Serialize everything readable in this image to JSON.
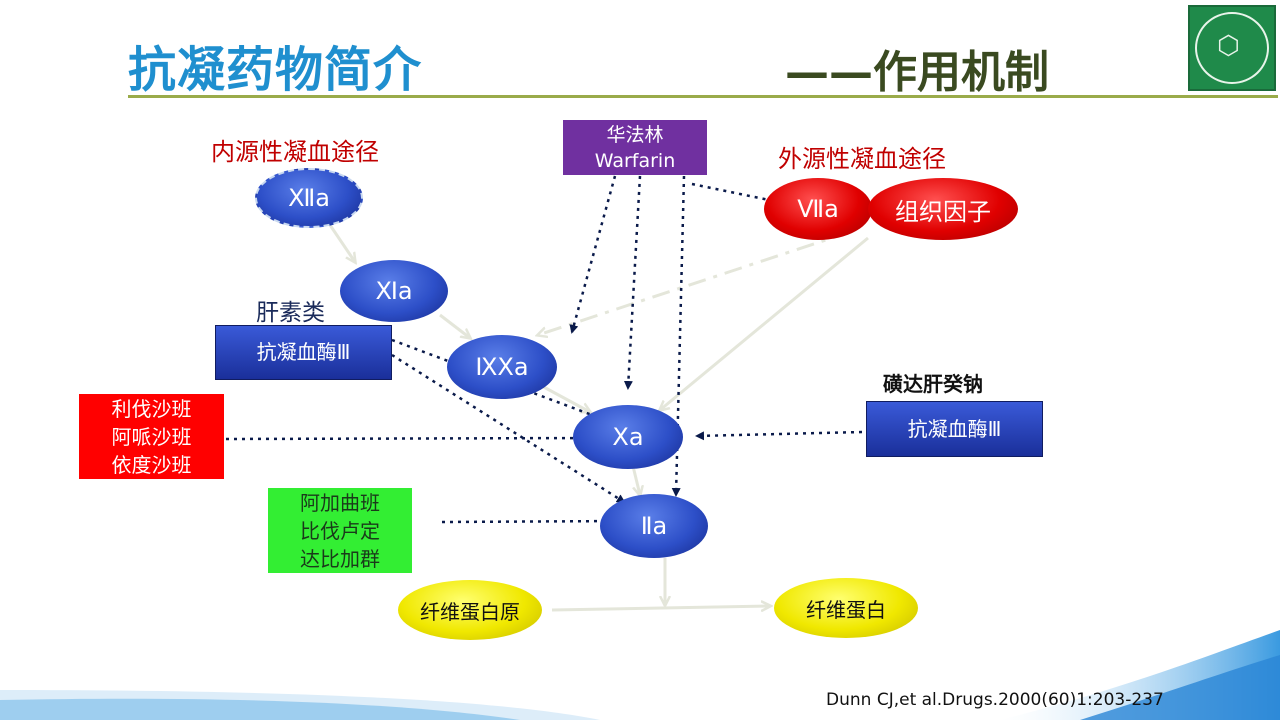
{
  "slide": {
    "title": "抗凝药物简介",
    "subtitle": "——作用机制",
    "citation": "Dunn CJ,et al.Drugs.2000(60)1:203-237"
  },
  "colors": {
    "title": "#1f8fcf",
    "subtitle": "#3a4a20",
    "accent_rule": "#9aab4a",
    "factor_blue": "#2d4fc8",
    "factor_red": "#e00000",
    "fibrin_yellow": "#f0e800",
    "warfarin_purple": "#7030a0",
    "xa_inhibitor_red": "#ff0000",
    "thrombin_inhibitor_green": "#33ee33",
    "label_red": "#c00000"
  },
  "pathways": {
    "intrinsic": "内源性凝血途径",
    "extrinsic": "外源性凝血途径"
  },
  "factors": {
    "f12a": "Ⅻa",
    "f11a": "Ⅺa",
    "f9a": "ⅨXa",
    "f10a": "Ⅹa",
    "f2a": "Ⅱa",
    "f7a": "Ⅶa",
    "tissue_factor": "组织因子",
    "fibrinogen": "纤维蛋白原",
    "fibrin": "纤维蛋白"
  },
  "drugs": {
    "warfarin_cn": "华法林",
    "warfarin_en": "Warfarin",
    "heparins_label": "肝素类",
    "antithrombin_left": "抗凝血酶Ⅲ",
    "fondaparinux_label": "磺达肝癸钠",
    "antithrombin_right": "抗凝血酶Ⅲ",
    "xa_inhibitors": [
      "利伐沙班",
      "阿哌沙班",
      "依度沙班"
    ],
    "thrombin_inhibitors": [
      "阿加曲班",
      "比伐卢定",
      "达比加群"
    ]
  },
  "logo": {
    "icon": "hexagon-molecule-icon"
  }
}
